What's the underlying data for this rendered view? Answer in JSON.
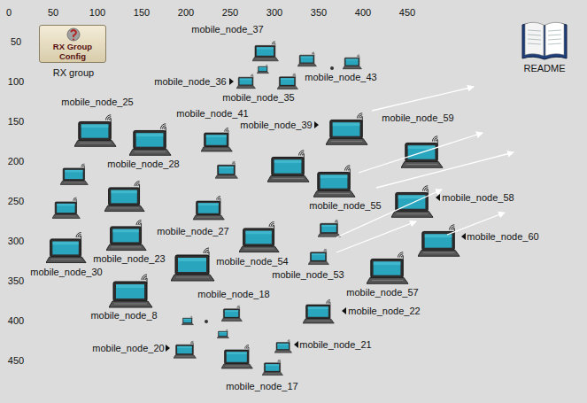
{
  "diagram": {
    "nodes": [
      {
        "text": [
          "RX Group Config",
          "RX group"
        ]
      },
      {
        "text": [
          "README"
        ]
      }
    ],
    "labels": [
      "0",
      "50",
      "100",
      "150",
      "200",
      "250",
      "300",
      "350",
      "400",
      "450",
      "50",
      "100",
      "150",
      "200",
      "250",
      "300",
      "350",
      "400",
      "450",
      "mobile_node_37",
      "mobile_node_36",
      "mobile_node_43",
      "mobile_node_35",
      "mobile_node_25",
      "mobile_node_41",
      "mobile_node_39",
      "mobile_node_59",
      "mobile_node_28",
      "mobile_node_55",
      "mobile_node_58",
      "mobile_node_27",
      "mobile_node_60",
      "mobile_node_23",
      "mobile_node_54",
      "mobile_node_30",
      "mobile_node_53",
      "mobile_node_57",
      "mobile_node_18",
      "mobile_node_8",
      "mobile_node_22",
      "mobile_node_21",
      "mobile_node_20",
      "mobile_node_17"
    ]
  }
}
